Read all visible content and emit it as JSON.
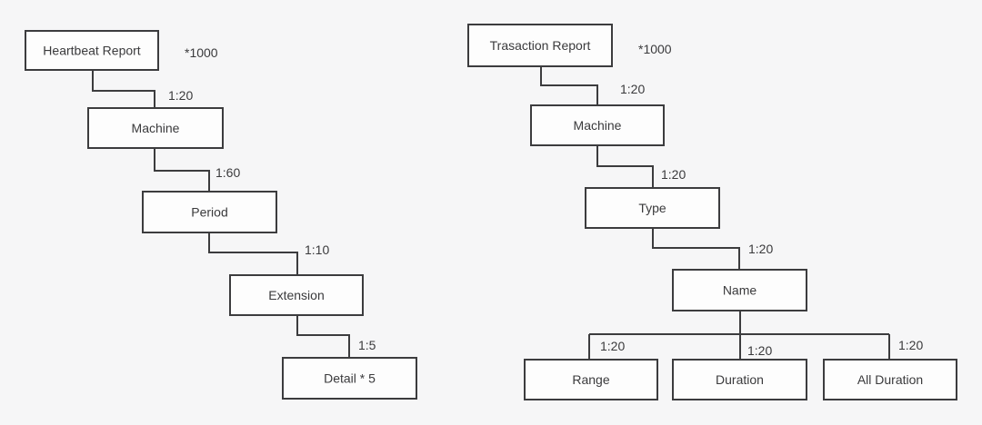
{
  "colors": {
    "background": "#f6f6f7",
    "line": "#3c3c3e",
    "box_fill": "#fdfdfd",
    "text": "#3a3a3c"
  },
  "trees": {
    "left": {
      "multiplier": "*1000",
      "nodes": {
        "root": "Heartbeat Report",
        "machine": "Machine",
        "period": "Period",
        "extension": "Extension",
        "detail": "Detail * 5"
      },
      "edges": {
        "root_machine": "1:20",
        "machine_period": "1:60",
        "period_extension": "1:10",
        "extension_detail": "1:5"
      }
    },
    "right": {
      "multiplier": "*1000",
      "nodes": {
        "root": "Trasaction Report",
        "machine": "Machine",
        "type": "Type",
        "name": "Name",
        "range": "Range",
        "duration": "Duration",
        "all_duration": "All Duration"
      },
      "edges": {
        "root_machine": "1:20",
        "machine_type": "1:20",
        "type_name": "1:20",
        "name_range": "1:20",
        "name_duration": "1:20",
        "name_all_duration": "1:20"
      }
    }
  }
}
